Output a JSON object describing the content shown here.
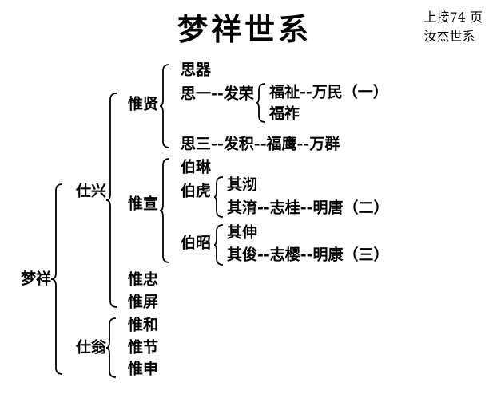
{
  "title": "梦祥世系",
  "top_note": {
    "line1": "上接74 页",
    "line2": "汝杰世系"
  },
  "tree": {
    "root": "梦祥",
    "shixing": "仕兴",
    "shiweng": "仕翁",
    "weixian": "惟贤",
    "weixuan": "惟宣",
    "weizhong": "惟忠",
    "weiping": "惟屏",
    "weihe": "惟和",
    "weijie": "惟节",
    "weishen": "惟申",
    "siqi": "思器",
    "siyi_farong": "思一--发荣",
    "fuzhi_wanmin": "福祉--万民（一）",
    "fuzuo": "福祚",
    "sisan_line": "思三--发积--福鹰--万群",
    "bolin": "伯琳",
    "bohu": "伯虎",
    "qiqi": "其沏",
    "qiyu_line": "其淯--志桂--明唐（二）",
    "bozhao": "伯昭",
    "qishen": "其伸",
    "qijun_line": "其俊--志樱--明康（三）"
  }
}
